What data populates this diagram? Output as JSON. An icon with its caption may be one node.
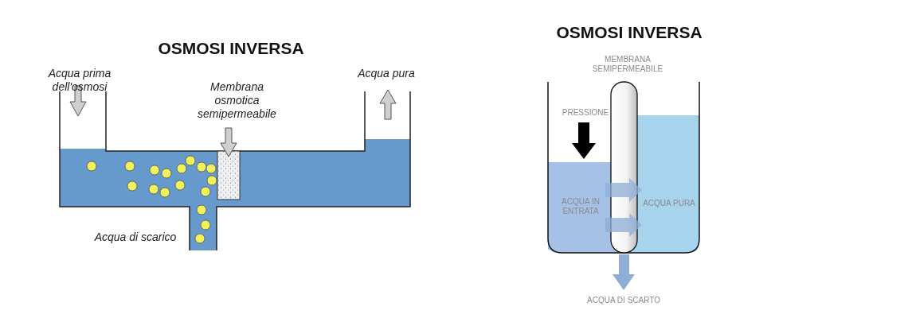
{
  "diagram": {
    "labels": [
      "OSMOSI INVERSA",
      "Acqua prima dell'osmosi",
      "Acqua pura",
      "Membrana osmotica semipermeabile",
      "Acqua di scarico",
      "OSMOSI INVERSA",
      "MEMBRANA SEMIPERMEABILE",
      "PRESSIONE",
      "ACQUA IN ENTRATA",
      "ACQUA PURA",
      "ACQUA DI SCARTO"
    ]
  }
}
